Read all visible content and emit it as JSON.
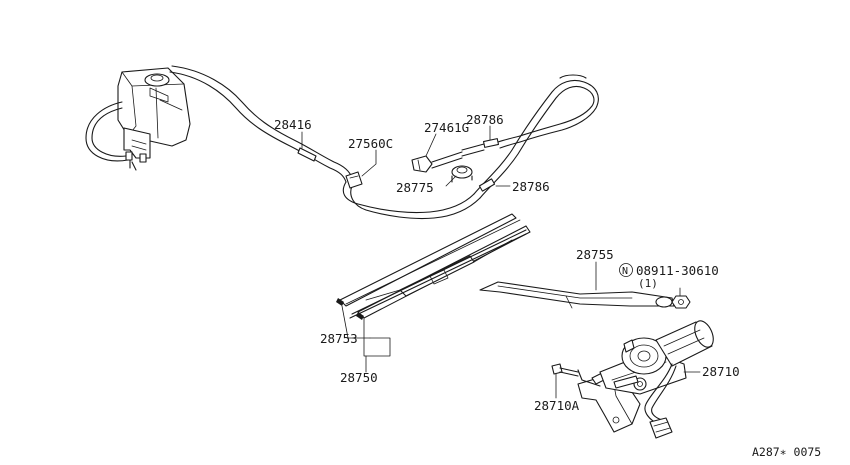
{
  "labels": {
    "hose": "28416",
    "connector": "27560C",
    "nozzle": "27461G",
    "joint_upper": "28786",
    "check_valve": "28775",
    "joint_lower": "28786",
    "wiper_arm": "28755",
    "nut_symbol": "N",
    "nut_part": "08911-30610",
    "nut_qty": "(1)",
    "blade_refill": "28753",
    "blade_assy": "28750",
    "wiper_motor": "28710",
    "motor_bolt": "28710A"
  },
  "figure_code": "A287∗ 0075"
}
